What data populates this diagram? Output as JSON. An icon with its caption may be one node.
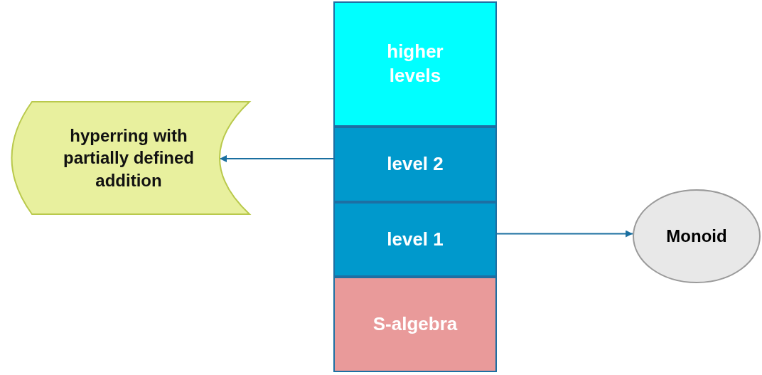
{
  "diagram": {
    "nodes": [
      {
        "text": [
          "higher levels"
        ]
      },
      {
        "text": [
          "level 2"
        ]
      },
      {
        "text": [
          "level 1"
        ]
      },
      {
        "text": [
          "S-algebra"
        ]
      },
      {
        "text": [
          "hyperring with partially defined addition"
        ]
      },
      {
        "text": [
          "Monoid"
        ]
      }
    ],
    "edges": [
      {
        "from": 1,
        "to": 4,
        "arrow": "to"
      },
      {
        "from": 2,
        "to": 5,
        "arrow": "to"
      }
    ]
  }
}
